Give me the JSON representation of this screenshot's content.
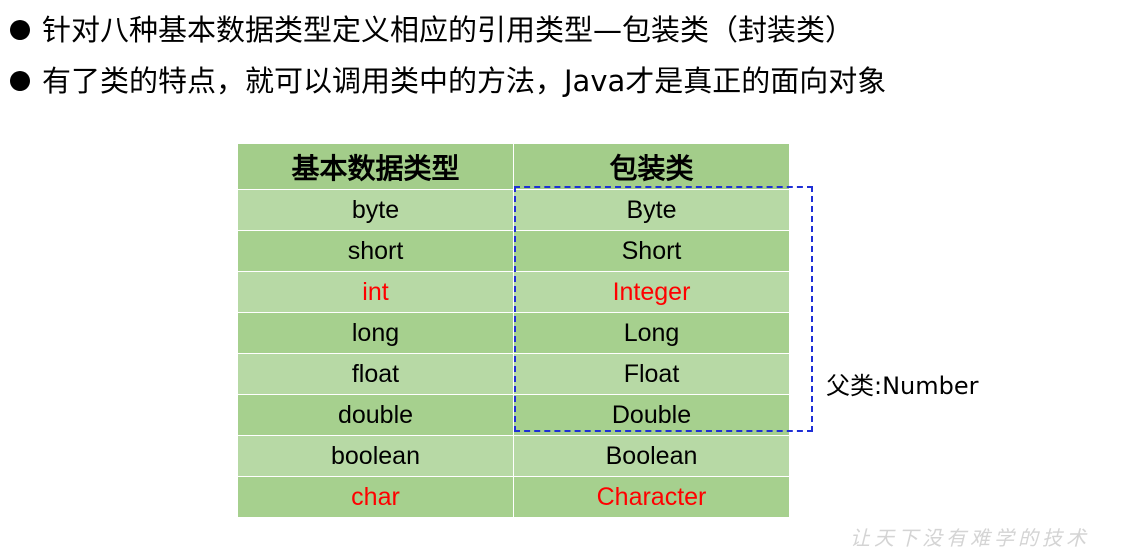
{
  "bullets": [
    "针对八种基本数据类型定义相应的引用类型—包装类（封装类）",
    "有了类的特点，就可以调用类中的方法，Java才是真正的面向对象"
  ],
  "table": {
    "headers": [
      "基本数据类型",
      "包装类"
    ],
    "rows": [
      [
        "byte",
        "Byte"
      ],
      [
        "short",
        "Short"
      ],
      [
        "int",
        "Integer"
      ],
      [
        "long",
        "Long"
      ],
      [
        "float",
        "Float"
      ],
      [
        "double",
        "Double"
      ],
      [
        "boolean",
        "Boolean"
      ],
      [
        "char",
        "Character"
      ]
    ]
  },
  "annotation": "父类:Number",
  "watermark": "让天下没有难学的技术",
  "colors": {
    "highlight": "#ff0000",
    "dash": "#1f2fd6",
    "row_light": "#b7d9a5",
    "row_dark": "#a6d08e"
  }
}
